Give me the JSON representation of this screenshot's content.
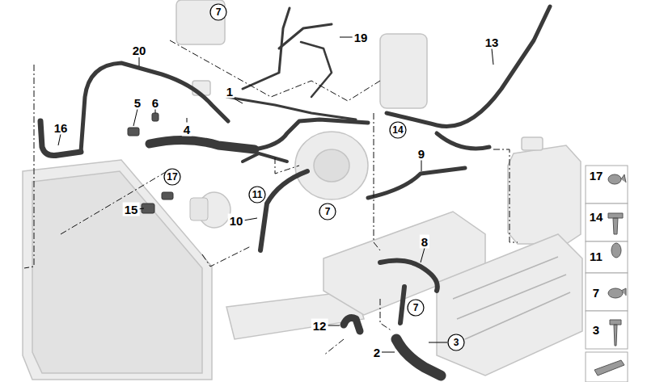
{
  "diagram": {
    "labels": [
      "7",
      "19",
      "13",
      "20",
      "1",
      "5",
      "6",
      "4",
      "16",
      "14",
      "9",
      "17",
      "15",
      "11",
      "10",
      "7",
      "8",
      "7",
      "12",
      "2",
      "3",
      "17",
      "14",
      "11",
      "7",
      "3"
    ]
  }
}
